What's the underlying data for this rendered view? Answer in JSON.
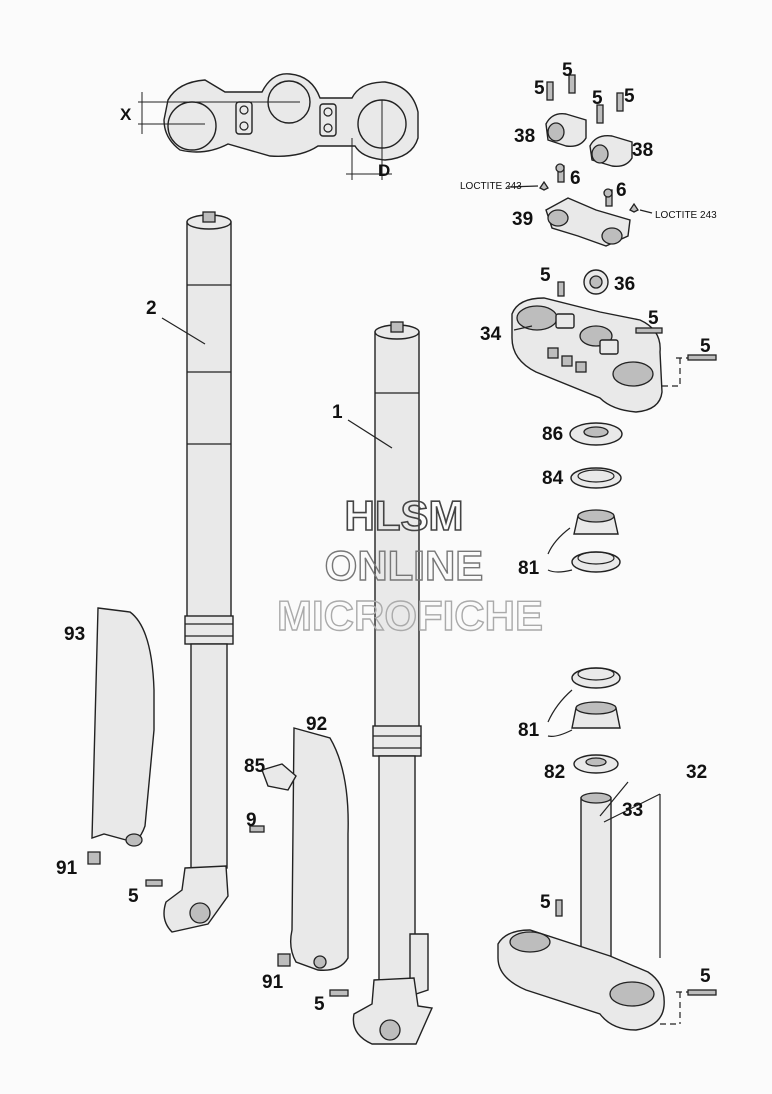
{
  "watermark": {
    "line1": "HLSM",
    "line2": "ONLINE",
    "line3": "MICROFICHE"
  },
  "dimensions": {
    "x_label": "X",
    "d_label": "D"
  },
  "loctite": {
    "left": "LOCTITE 243",
    "right": "LOCTITE 243"
  },
  "callouts": {
    "p5_a": "5",
    "p5_b": "5",
    "p5_c": "5",
    "p5_d": "5",
    "p38_left": "38",
    "p38_right": "38",
    "p6_left": "6",
    "p6_right": "6",
    "p39": "39",
    "p5_e": "5",
    "p36": "36",
    "p34": "34",
    "p5_f": "5",
    "p5_g": "5",
    "p86": "86",
    "p84": "84",
    "p81_top": "81",
    "p2": "2",
    "p1": "1",
    "p93": "93",
    "p92": "92",
    "p85": "85",
    "p9": "9",
    "p91_left": "91",
    "p5_h": "5",
    "p91_mid": "91",
    "p5_i": "5",
    "p81_bottom": "81",
    "p82": "82",
    "p32": "32",
    "p33": "33",
    "p5_j": "5",
    "p5_k": "5"
  }
}
